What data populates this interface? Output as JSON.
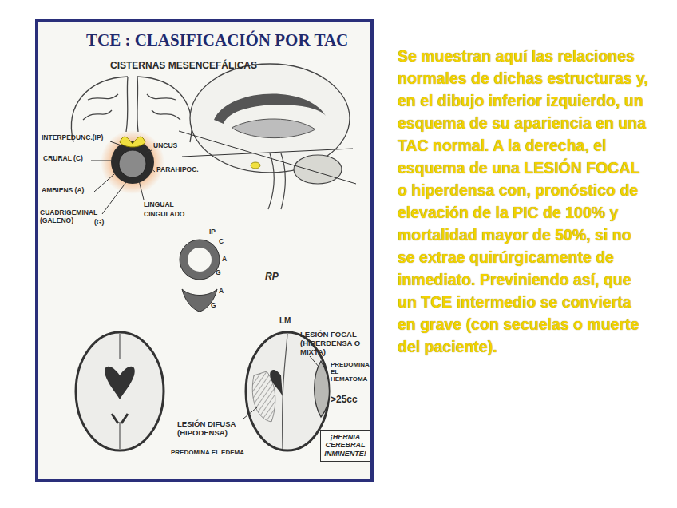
{
  "diagram": {
    "title": "TCE : CLASIFICACIÓN POR TAC",
    "nodes": [
      {
        "text": [
          "¡HERNIA CEREBRAL INMINENTE!"
        ]
      }
    ],
    "labels": [
      "CISTERNAS MESENCEFÁLICAS",
      "INTERPEDUNC.(IP)",
      "UNCUS",
      "CRURAL (C)",
      "PARAHIPOC.",
      "AMBIENS (A)",
      "LINGUAL",
      "CINGULADO",
      "CUADRIGEMINAL (GALENO)",
      "(G)",
      "IP",
      "C",
      "A",
      "G",
      "A",
      "G",
      "RP",
      "LM",
      "LESIÓN FOCAL (HIPERDENSA O MIXTA)",
      "PREDOMINA EL HEMATOMA",
      ">25cc",
      "LESIÓN DIFUSA (HIPODENSA)",
      "PREDOMINA EL EDEMA",
      "Se muestran aquí las relaciones normales de dichas estructuras y, en el dibujo inferior izquierdo, un esquema de su apariencia en una TAC normal. A la derecha, el esquema de una LESIÓN FOCAL o hiperdensa con, pronóstico de elevación de la PIC de 100% y mortalidad mayor de 50%, si no se extrae quirúrgicamente de inmediato. Previniendo así, que un TCE intermedio se convierta en grave (con secuelas o muerte del paciente)."
    ]
  }
}
